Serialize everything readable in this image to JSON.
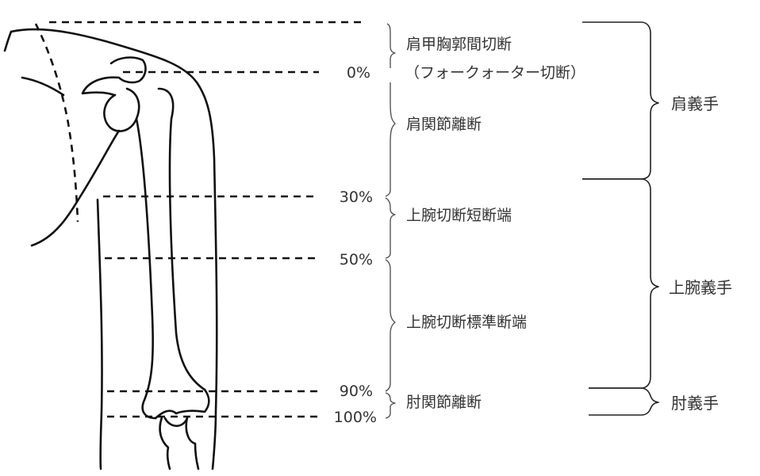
{
  "percent_marks": [
    "0%",
    "30%",
    "50%",
    "90%",
    "100%"
  ],
  "amputation_levels": {
    "interscapulothoracic": "肩甲胸郭間切断",
    "forequarter_note": "（フォークォーター切断）",
    "shoulder_disarticulation": "肩関節離断",
    "short_stump": "上腕切断短断端",
    "standard_stump": "上腕切断標準断端",
    "elbow_disarticulation": "肘関節離断"
  },
  "prostheses": {
    "shoulder": "肩義手",
    "upper_arm": "上腕義手",
    "elbow": "肘義手"
  }
}
